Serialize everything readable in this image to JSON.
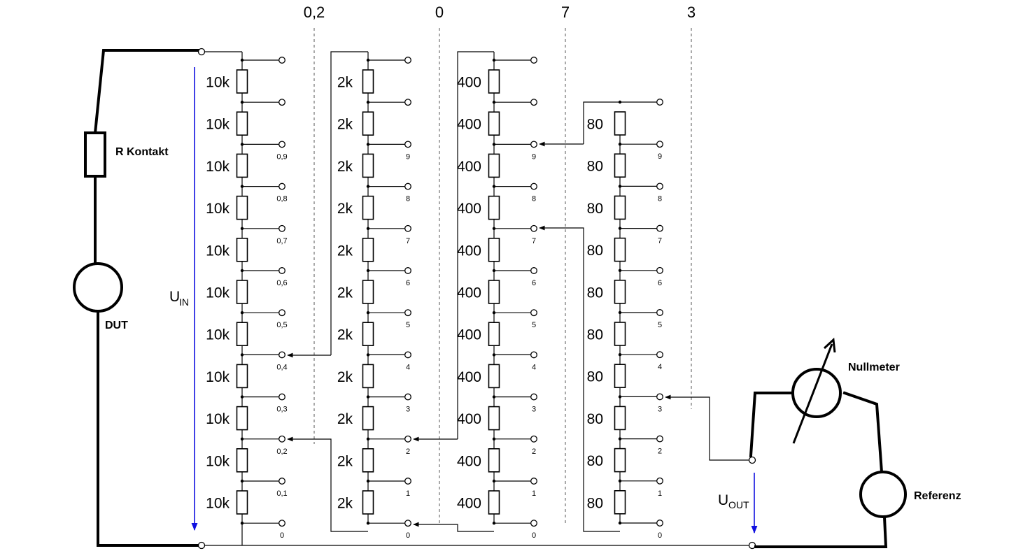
{
  "digits": [
    "0,2",
    "0",
    "7",
    "3"
  ],
  "labels": {
    "r_kontakt": "R Kontakt",
    "dut": "DUT",
    "nullmeter": "Nullmeter",
    "referenz": "Referenz",
    "u_in_main": "U",
    "u_in_sub": "IN",
    "u_out_main": "U",
    "u_out_sub": "OUT"
  },
  "decades": [
    {
      "resistor_value": "10k",
      "count": 11,
      "positions": [
        "",
        "",
        "0,9",
        "0,8",
        "0,7",
        "0,6",
        "0,5",
        "0,4",
        "0,3",
        "0,2",
        "0,1",
        "0"
      ]
    },
    {
      "resistor_value": "2k",
      "count": 11,
      "positions": [
        "",
        "",
        "9",
        "8",
        "7",
        "6",
        "5",
        "4",
        "3",
        "2",
        "1",
        "0"
      ]
    },
    {
      "resistor_value": "400",
      "count": 11,
      "positions": [
        "",
        "",
        "9",
        "8",
        "7",
        "6",
        "5",
        "4",
        "3",
        "2",
        "1",
        "0"
      ]
    },
    {
      "resistor_value": "80",
      "count": 10,
      "positions": [
        "",
        "9",
        "8",
        "7",
        "6",
        "5",
        "4",
        "3",
        "2",
        "1",
        "0"
      ]
    }
  ],
  "colors": {
    "voltage_arrow": "#1010e0",
    "wire": "#000000"
  }
}
